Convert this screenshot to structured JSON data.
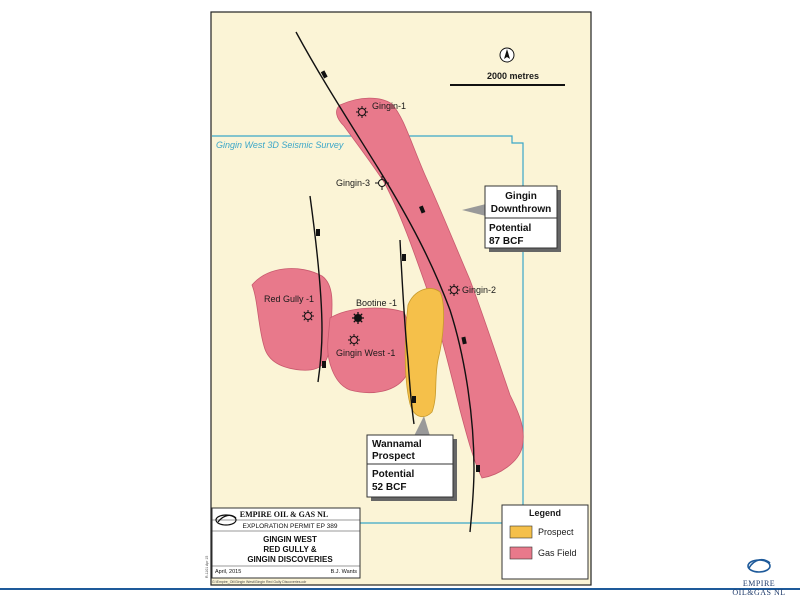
{
  "scale_bar": {
    "label": "2000 metres"
  },
  "north_arrow": {
    "label": "N"
  },
  "survey": {
    "label": "Gingin West 3D Seismic Survey"
  },
  "wells": [
    {
      "name": "Gingin-1",
      "type": "gas"
    },
    {
      "name": "Gingin-3",
      "type": "dry"
    },
    {
      "name": "Gingin-2",
      "type": "gas"
    },
    {
      "name": "Red Gully -1",
      "type": "gas"
    },
    {
      "name": "Bootine -1",
      "type": "gas-discovery"
    },
    {
      "name": "Gingin West -1",
      "type": "gas"
    }
  ],
  "callouts": {
    "downthrown": {
      "title_line1": "Gingin",
      "title_line2": "Downthrown",
      "potential_line1": "Potential",
      "potential_line2": "87 BCF"
    },
    "wannamal": {
      "title_line1": "Wannamal",
      "title_line2": "Prospect",
      "potential_line1": "Potential",
      "potential_line2": "52 BCF"
    }
  },
  "legend": {
    "title": "Legend",
    "items": [
      {
        "label": "Prospect",
        "color": "#f5c04a"
      },
      {
        "label": "Gas Field",
        "color": "#e8798b"
      }
    ]
  },
  "title_block": {
    "company": "EMPIRE OIL & GAS NL",
    "permit": "EXPLORATION PERMIT EP 389",
    "title_line1": "GINGIN WEST",
    "title_line2": "RED GULLY &",
    "title_line3": "GINGIN DISCOVERIES",
    "date": "April, 2015",
    "author": "B.J. Wants",
    "file_path": "G:\\Empire_Oil\\Gingin West\\Gingin Red Gully Discoveries.cdr",
    "side_ref": "R-1101 Apr 15"
  },
  "footer": {
    "brand": "EMPIRE OIL&GAS NL"
  },
  "colors": {
    "map_bg": "#fbf4d6",
    "gas_field": "#e8798b",
    "prospect": "#f5c04a",
    "survey_line": "#3aa6c8",
    "fault": "#111111"
  }
}
